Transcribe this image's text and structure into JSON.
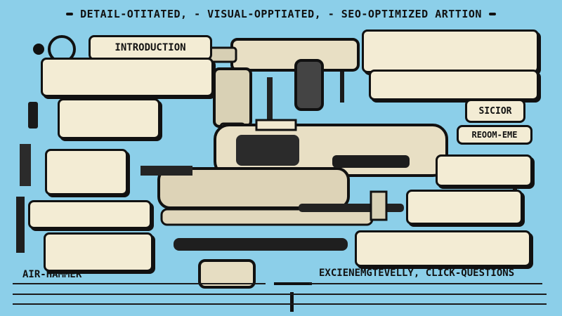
{
  "title": {
    "text": "DETAIL-OTITATED, - VISUAL-OPPTIATED, - SEO-OPTIMIZED ARTTION"
  },
  "labels": {
    "introduction": "INTRODUCTION",
    "section": "SICIOR",
    "recommend": "REOOM-EME",
    "air_hammer": "AIR-HAMMER",
    "footer": "EXCIENEMGTEVELLY, CLICK-QUESTIONS"
  },
  "icons": [
    "nail-icon",
    "drill-icon",
    "hammer-icon",
    "chisel-icon",
    "screw-icon",
    "air-hammer-icon",
    "bolt-icon"
  ],
  "colors": {
    "background": "#8ccfe9",
    "card": "#f3ecd4",
    "ink": "#111111"
  }
}
